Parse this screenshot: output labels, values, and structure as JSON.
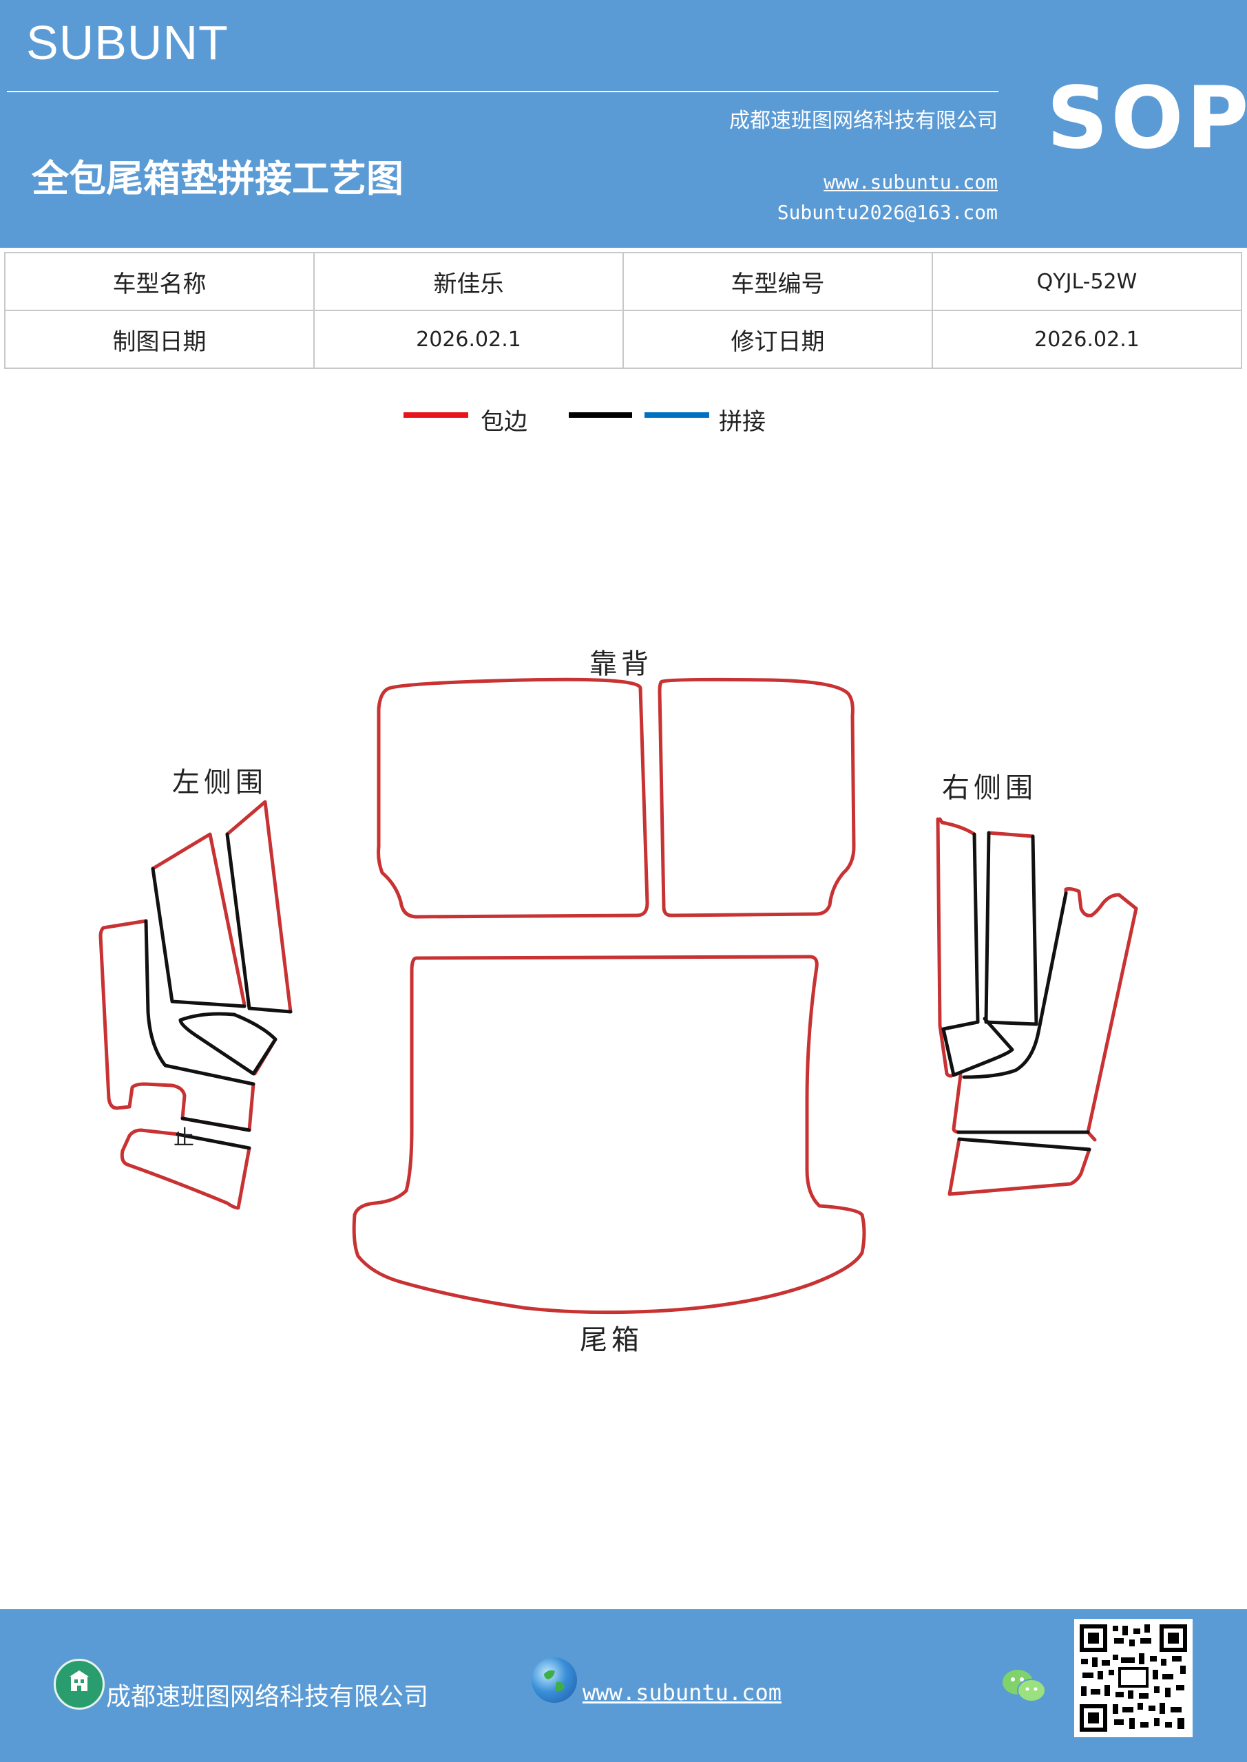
{
  "header": {
    "brand": "SUBUNT",
    "company": "成都速班图网络科技有限公司",
    "title": "全包尾箱垫拼接工艺图",
    "website": "www.subuntu.com",
    "email": "Subuntu2026@163.com",
    "badge": "SOP"
  },
  "info_table": {
    "row1": {
      "label1": "车型名称",
      "value1": "新佳乐",
      "label2": "车型编号",
      "value2": "QYJL-52W"
    },
    "row2": {
      "label1": "制图日期",
      "value1": "2026.02.1",
      "label2": "修订日期",
      "value2": "2026.02.1"
    }
  },
  "legend": {
    "red_label": "包边",
    "splice_label": "拼接",
    "colors": {
      "red": "#e8141c",
      "black": "#000000",
      "blue": "#0070c0"
    }
  },
  "diagram": {
    "labels": {
      "backrest": "靠背",
      "left_side": "左侧围",
      "right_side": "右侧围",
      "trunk": "尾箱",
      "mark": "止"
    },
    "colors": {
      "edge": "#c83232",
      "seam": "#111111"
    }
  },
  "footer": {
    "company": "成都速班图网络科技有限公司",
    "website": "www.subuntu.com",
    "icons": [
      "building-icon",
      "globe-icon",
      "wechat-icon",
      "qr-code"
    ]
  }
}
